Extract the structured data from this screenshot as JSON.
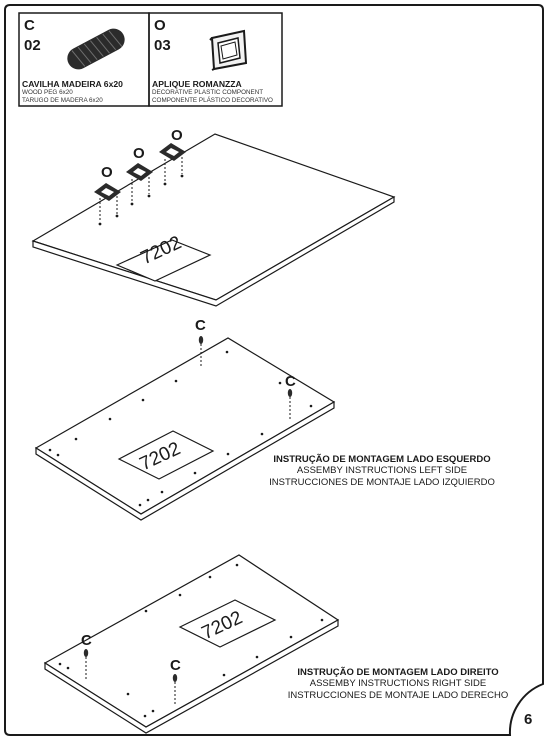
{
  "parts": [
    {
      "letter": "C",
      "qty": "02",
      "icon": "wood-dowel-icon",
      "name": "CAVILHA MADEIRA 6x20",
      "name_en": "WOOD PEG 6x20",
      "name_es": "TARUGO DE MADERA 6x20"
    },
    {
      "letter": "O",
      "qty": "03",
      "icon": "decorative-frame-icon",
      "name": "APLIQUE ROMANZZA",
      "name_en": "DECORATIVE PLASTIC COMPONENT",
      "name_es": "COMPONENTE PLÁSTICO DECORATIVO"
    }
  ],
  "panel_code": "7202",
  "callouts": {
    "o": "O",
    "c": "C"
  },
  "left_side": {
    "pt": "INSTRUÇÃO DE MONTAGEM LADO ESQUERDO",
    "en": "ASSEMBY INSTRUCTIONS LEFT SIDE",
    "es": "INSTRUCCIONES DE MONTAJE LADO IZQUIERDO"
  },
  "right_side": {
    "pt": "INSTRUÇÃO DE MONTAGEM LADO DIREITO",
    "en": "ASSEMBY INSTRUCTIONS RIGHT SIDE",
    "es": "INSTRUCCIONES DE MONTAJE LADO DERECHO"
  },
  "page_number": "6",
  "colors": {
    "ink": "#1a1a1a",
    "paper": "#ffffff"
  }
}
